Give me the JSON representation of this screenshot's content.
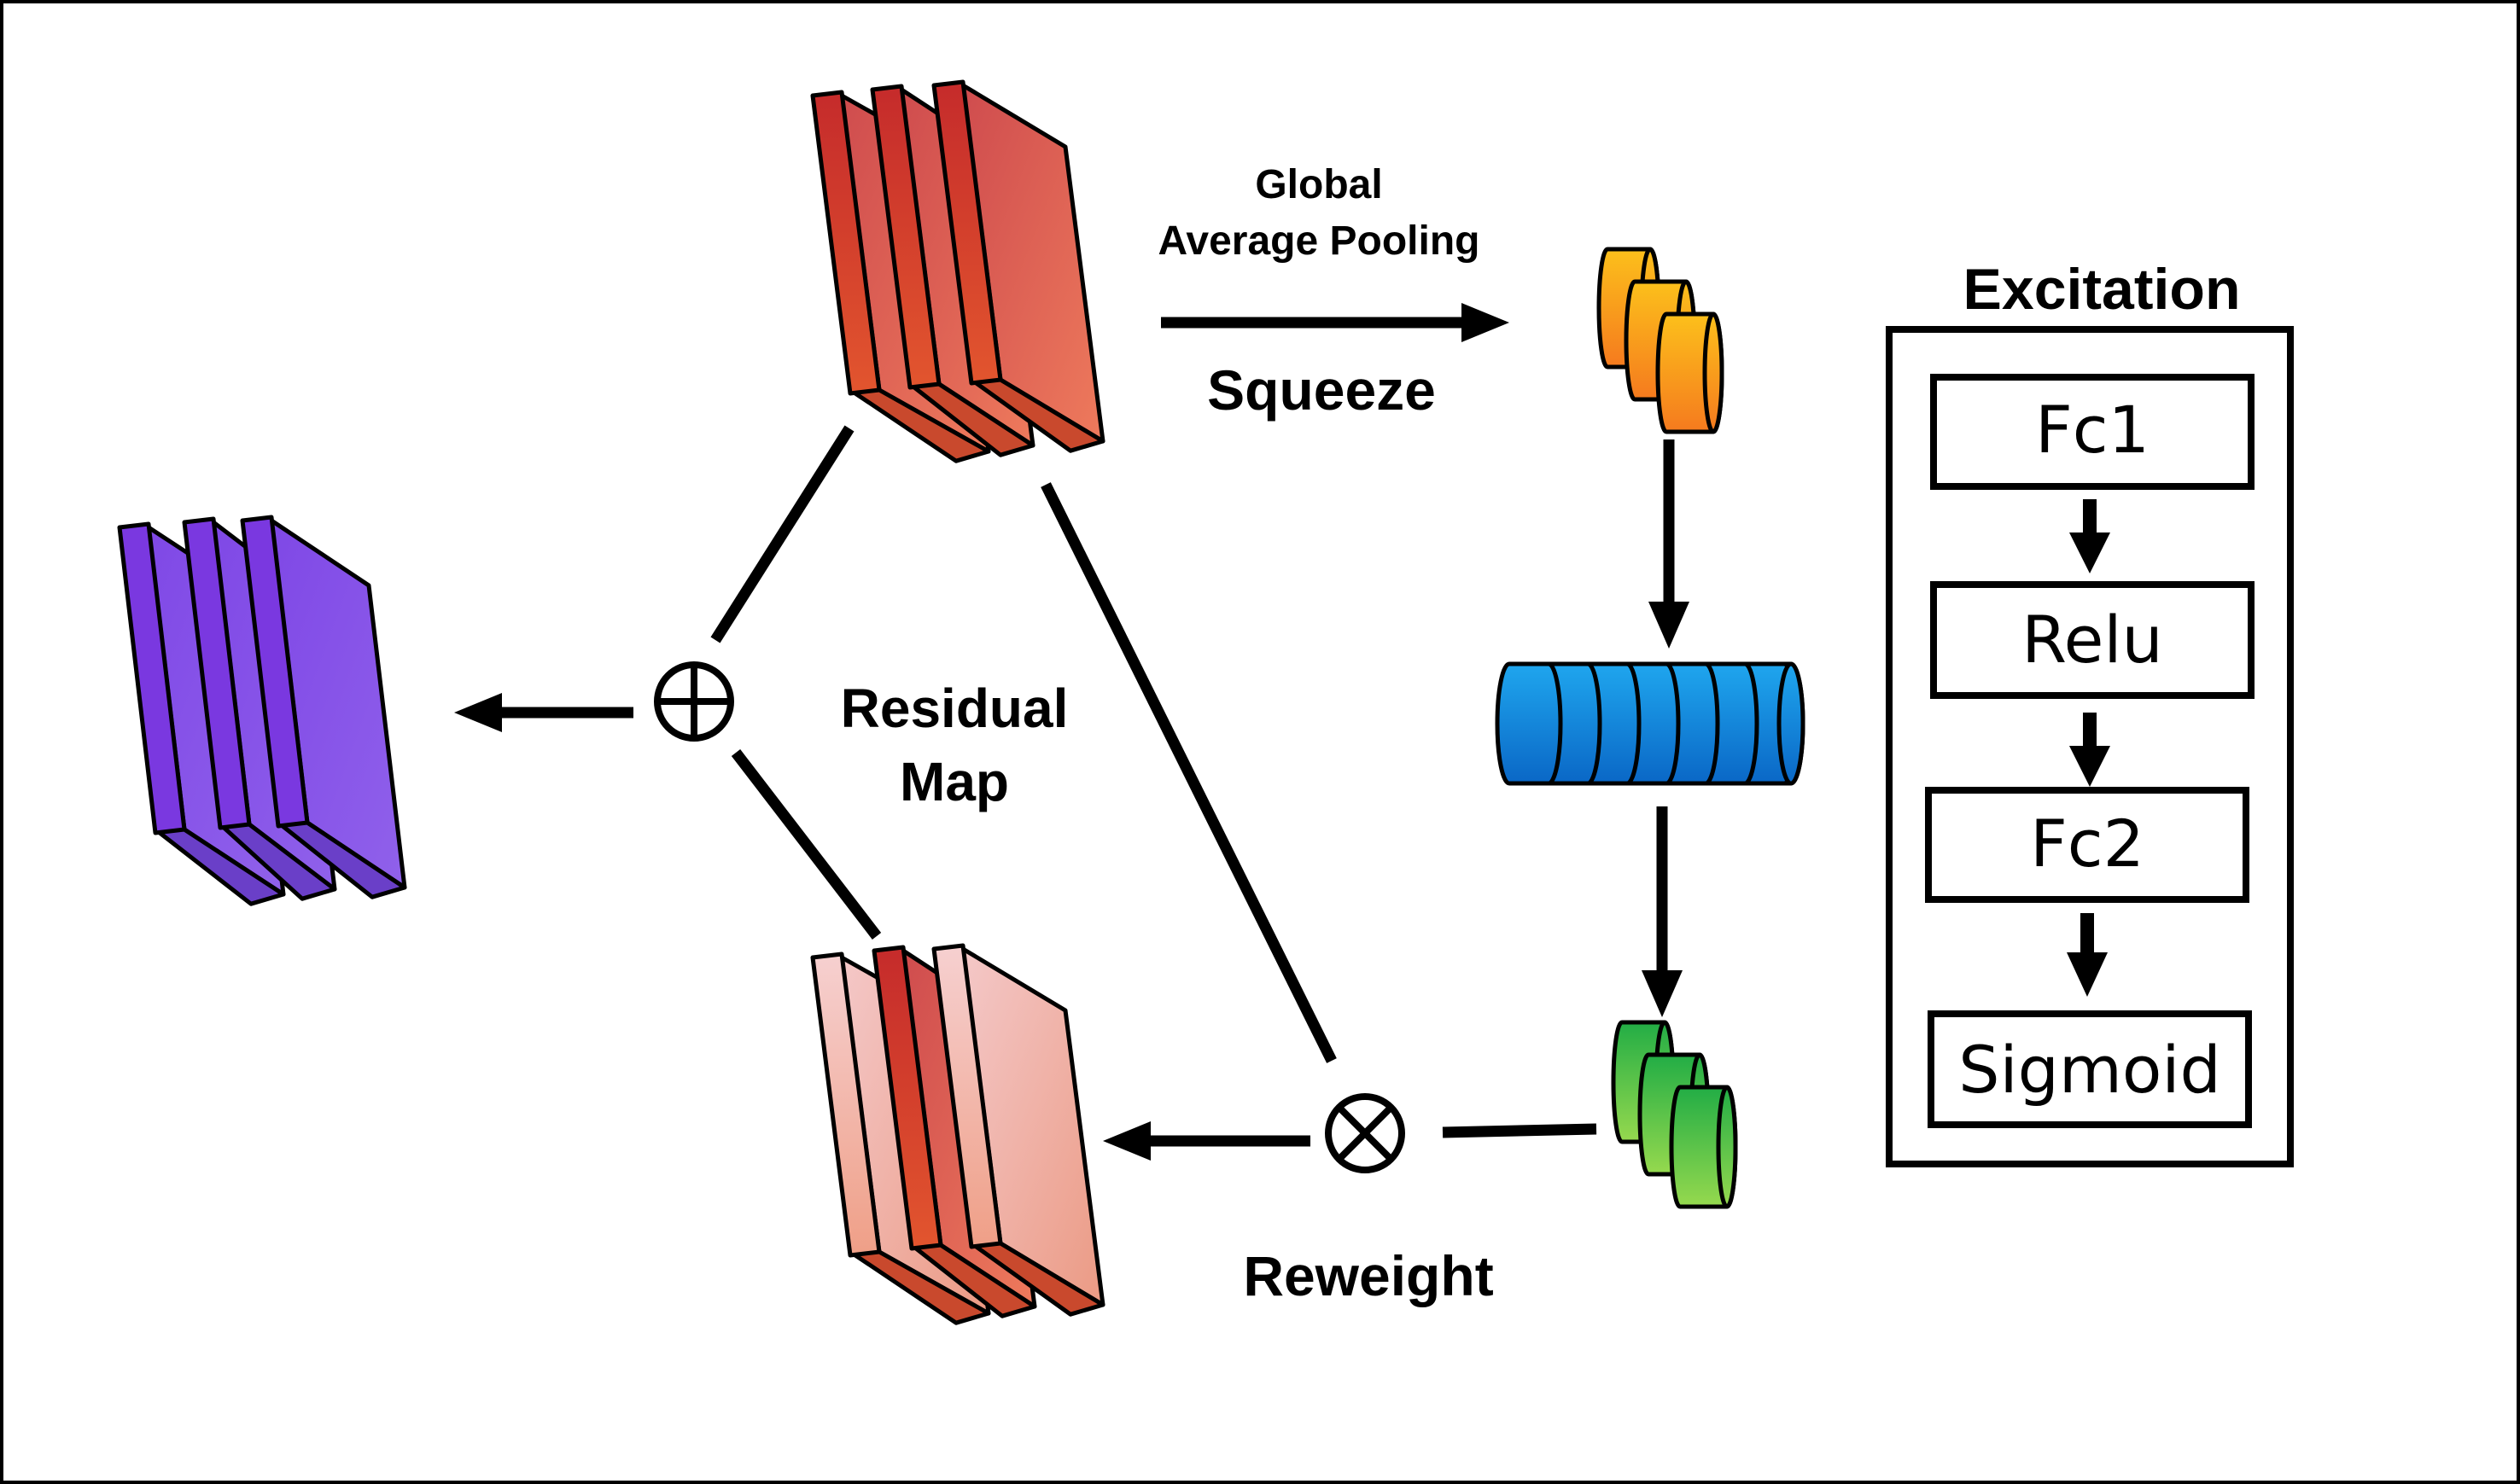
{
  "labels": {
    "gap_line1": "Global",
    "gap_line2": "Average Pooling",
    "squeeze": "Squeeze",
    "excitation_title": "Excitation",
    "residual_line1": "Residual",
    "residual_line2": "Map",
    "reweight": "Reweight"
  },
  "excitation_steps": [
    "Fc1",
    "Relu",
    "Fc2",
    "Sigmoid"
  ],
  "operators": {
    "add_symbol": "⊕",
    "multiply_symbol": "⊗"
  },
  "colors": {
    "input_feature_map": "#d94a3a",
    "output_feature_map": "#8a5ee6",
    "reweighted_feature_map": "#eea8a0",
    "squeeze_vector": "#fbb021",
    "excitation_vector": "#1a8fde",
    "scale_vector": "#55c456",
    "stroke": "#000000"
  }
}
